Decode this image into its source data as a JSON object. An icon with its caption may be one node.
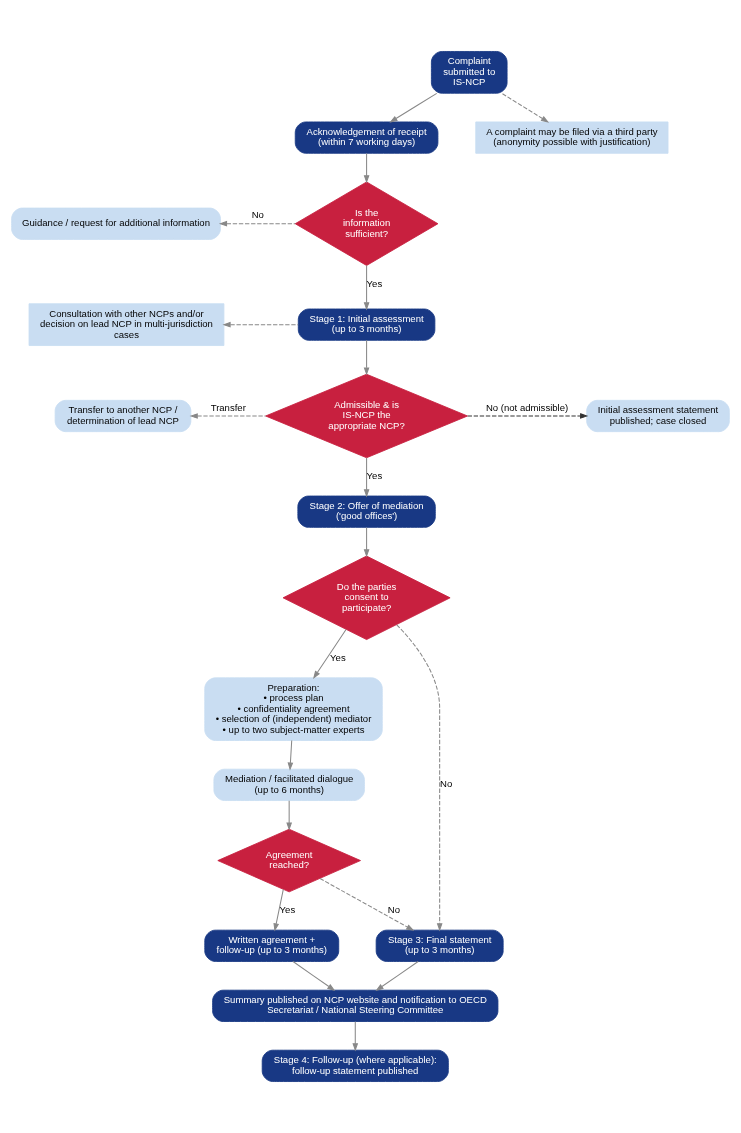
{
  "diagram": {
    "nodes": [
      {
        "text": [
          "Complaint submitted to IS-NCP"
        ]
      },
      {
        "text": [
          "A complaint may be filed via a third party (anonymity possible with justification)"
        ]
      },
      {
        "text": [
          "Acknowledgement of receipt (within 7 working days)"
        ]
      },
      {
        "text": [
          "Is the information sufficient?"
        ]
      },
      {
        "text": [
          "Guidance / request for additional information"
        ]
      },
      {
        "text": [
          "Consultation with other NCPs and/or decision on lead NCP in multi-jurisdiction cases"
        ]
      },
      {
        "text": [
          "Stage 1: Initial assessment (up to 3 months)"
        ]
      },
      {
        "text": [
          "Transfer to another NCP / determination of lead NCP"
        ]
      },
      {
        "text": [
          "Admissible & is IS-NCP the appropriate NCP?"
        ]
      },
      {
        "text": [
          "Initial assessment statement published; case closed"
        ]
      },
      {
        "text": [
          "Stage 2: Offer of mediation ('good offices')"
        ]
      },
      {
        "text": [
          "Do the parties consent to participate?"
        ]
      },
      {
        "text": [
          "Preparation:",
          "• process plan",
          "• confidentiality agreement",
          "• selection of (independent) mediator",
          "• up to two subject-matter experts"
        ]
      },
      {
        "text": [
          "Mediation / facilitated dialogue (up to 6 months)"
        ]
      },
      {
        "text": [
          "Agreement reached?"
        ]
      },
      {
        "text": [
          "Stage 3: Final statement (up to 3 months)"
        ]
      },
      {
        "text": [
          "Written agreement + follow-up (up to 3 months)"
        ]
      },
      {
        "text": [
          "Summary published on NCP website and notification to OECD Secretariat / National Steering Committee"
        ]
      },
      {
        "text": [
          "Stage 4: Follow-up (where applicable): follow-up statement published"
        ]
      }
    ],
    "edges": [
      {
        "from": 0,
        "to": 1,
        "arrow": "to",
        "style": "dashed"
      },
      {
        "from": 0,
        "to": 2,
        "arrow": "to"
      },
      {
        "from": 2,
        "to": 3,
        "arrow": "to"
      },
      {
        "from": 3,
        "to": 4,
        "arrow": "to",
        "style": "dashed",
        "label": "No"
      },
      {
        "from": 3,
        "to": 6,
        "arrow": "to",
        "label": "Yes"
      },
      {
        "from": 6,
        "to": 5,
        "arrow": "to",
        "style": "dashed"
      },
      {
        "from": 6,
        "to": 8,
        "arrow": "to"
      },
      {
        "from": 8,
        "to": 7,
        "arrow": "to",
        "style": "dashed",
        "label": "Transfer"
      },
      {
        "from": 8,
        "to": 9,
        "arrow": "to",
        "style": "dashed",
        "color": "#333333",
        "label": "No (not admissible)"
      },
      {
        "from": 8,
        "to": 10,
        "arrow": "to",
        "label": "Yes"
      },
      {
        "from": 10,
        "to": 11,
        "arrow": "to"
      },
      {
        "from": 11,
        "to": 15,
        "arrow": "to",
        "style": "dashed",
        "label": "No"
      },
      {
        "from": 11,
        "to": 12,
        "arrow": "to",
        "label": "Yes"
      },
      {
        "from": 12,
        "to": 13,
        "arrow": "to"
      },
      {
        "from": 13,
        "to": 14,
        "arrow": "to"
      },
      {
        "from": 14,
        "to": 15,
        "arrow": "to",
        "style": "dashed",
        "label": "No"
      },
      {
        "from": 14,
        "to": 16,
        "arrow": "to",
        "label": "Yes"
      },
      {
        "from": 15,
        "to": 17,
        "arrow": "to"
      },
      {
        "from": 16,
        "to": 17,
        "arrow": "to"
      },
      {
        "from": 17,
        "to": 18,
        "arrow": "to"
      }
    ]
  }
}
